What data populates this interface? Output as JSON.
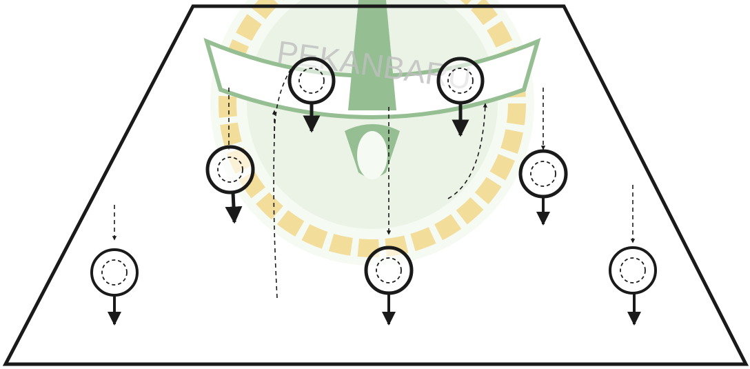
{
  "watermark": {
    "text": "PEKANBARU",
    "colors": {
      "green": "#3f8a3a",
      "gold": "#e9c24a",
      "light": "#eef6e8"
    }
  },
  "diagram": {
    "line_color": "#1a1a1a",
    "players": [
      {
        "id": "p-top-left"
      },
      {
        "id": "p-top-right"
      },
      {
        "id": "p-mid-left"
      },
      {
        "id": "p-mid-right"
      },
      {
        "id": "p-bottom-left"
      },
      {
        "id": "p-bottom-center"
      },
      {
        "id": "p-bottom-right"
      }
    ]
  }
}
